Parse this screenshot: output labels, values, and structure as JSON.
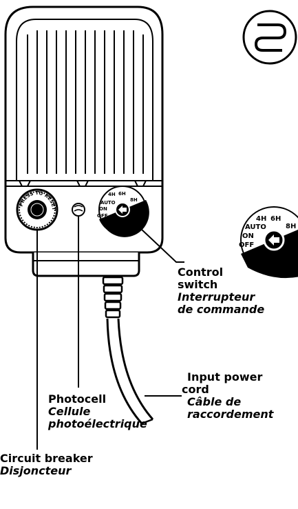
{
  "labels": {
    "control_switch": {
      "en": [
        "Control",
        "switch"
      ],
      "fr": [
        "Interrupteur",
        "de commande"
      ]
    },
    "input_power_cord": {
      "en": [
        "Input power",
        "cord"
      ],
      "fr": [
        "Câble de",
        "raccordement"
      ]
    },
    "photocell": {
      "en": [
        "Photocell"
      ],
      "fr": [
        "Cellule",
        "photoélectrique"
      ]
    },
    "circuit_breaker": {
      "en": [
        "Circuit breaker"
      ],
      "fr": [
        "Disjoncteur"
      ]
    }
  },
  "dial": {
    "positions": [
      "4H",
      "6H",
      "8H",
      "AUTO",
      "ON",
      "OFF"
    ],
    "detail_positions": [
      "4H",
      "6H",
      "8H",
      "AUTO",
      "ON",
      "OFF"
    ]
  },
  "breaker_text": "PRESS TO RESET",
  "icons": [
    "timer-symbol-icon"
  ]
}
